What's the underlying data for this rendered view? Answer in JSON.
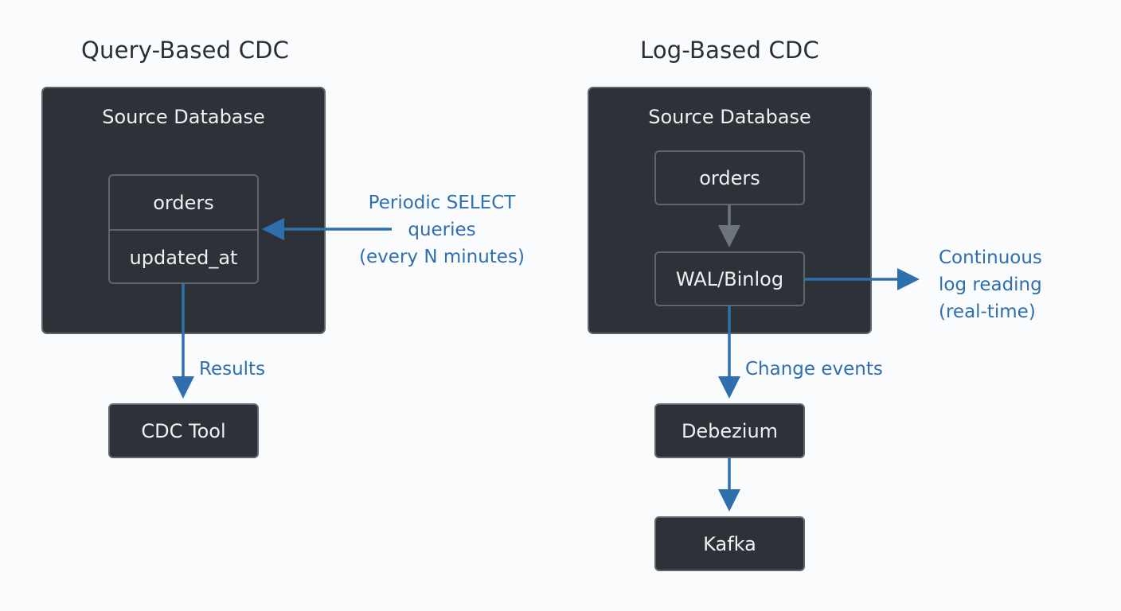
{
  "left": {
    "title": "Query-Based CDC",
    "source_label": "Source Database",
    "table_name": "orders",
    "table_column": "updated_at",
    "query_label": [
      "Periodic SELECT",
      "queries",
      "(every N minutes)"
    ],
    "results_label": "Results",
    "tool_label": "CDC Tool"
  },
  "right": {
    "title": "Log-Based CDC",
    "source_label": "Source Database",
    "table_name": "orders",
    "log_label": "WAL/Binlog",
    "reading_label": [
      "Continuous",
      "log reading",
      "(real-time)"
    ],
    "events_label": "Change events",
    "connector_label": "Debezium",
    "sink_label": "Kafka"
  },
  "colors": {
    "accent_blue": "#2f6fae",
    "arrow_gray": "#6e757c",
    "box_fill": "#2c3237",
    "box_border": "#5d656d"
  }
}
